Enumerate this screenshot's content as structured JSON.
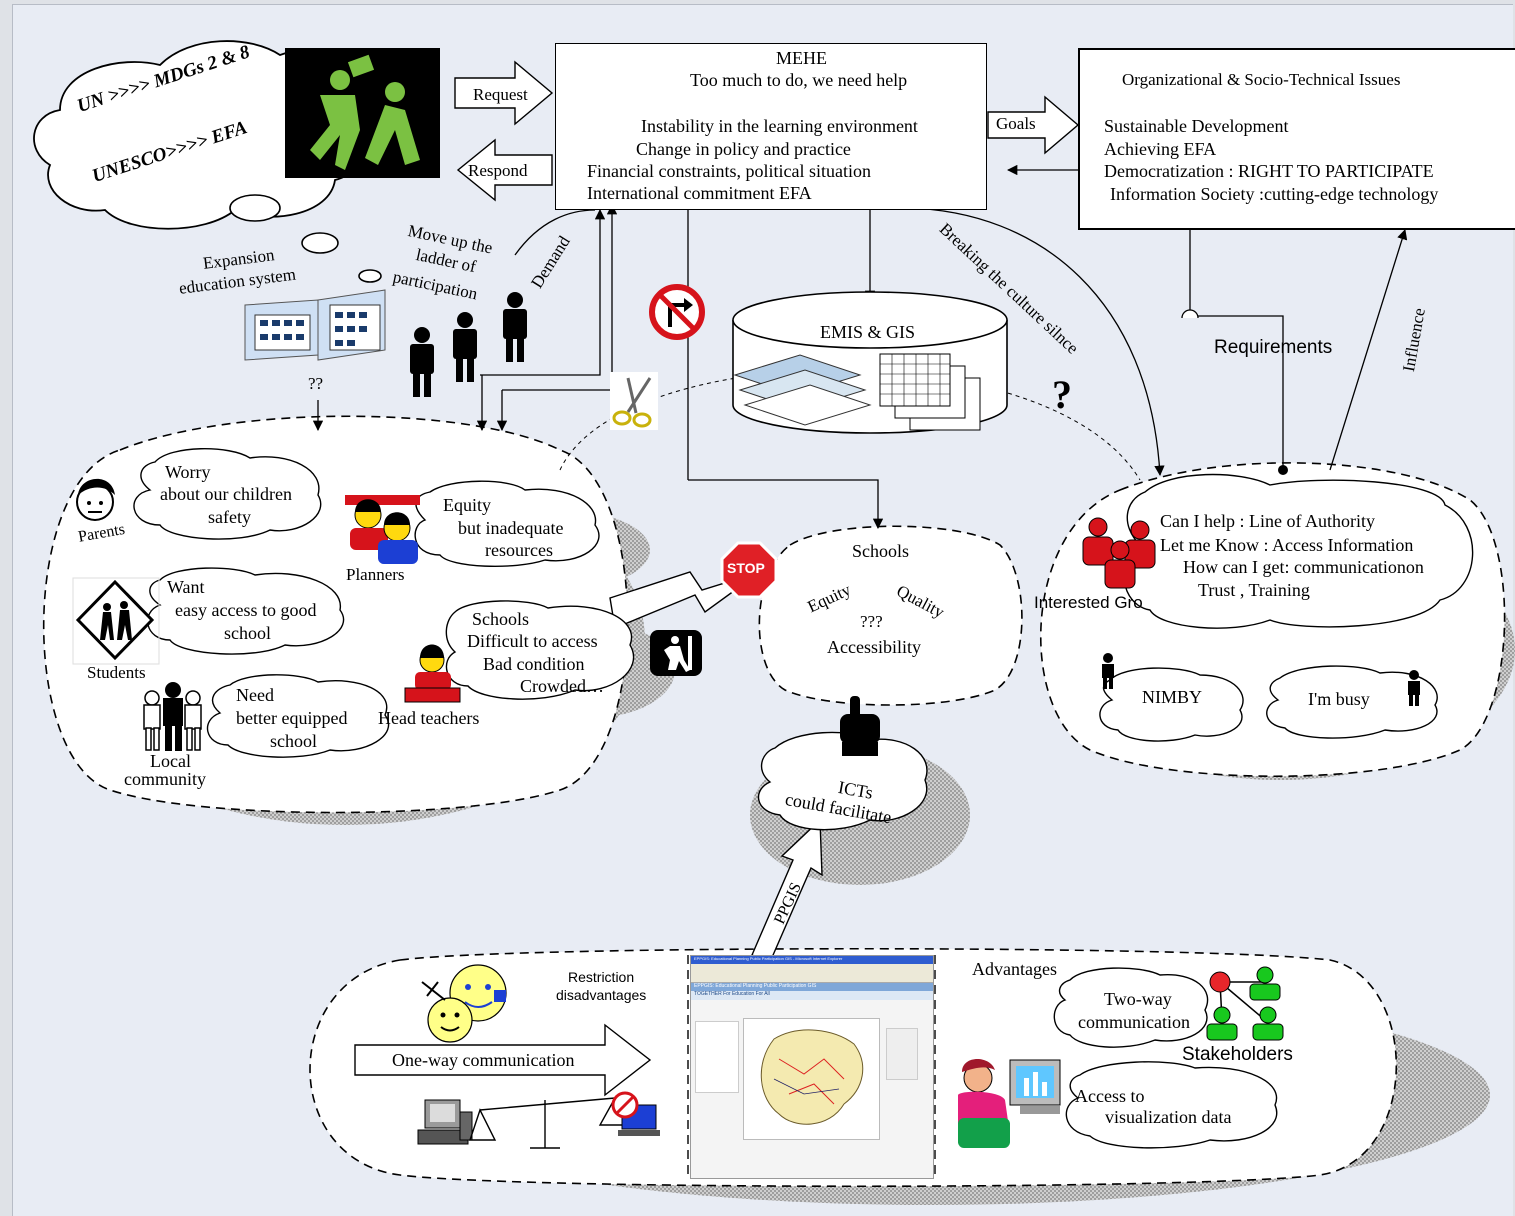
{
  "cloud_un": {
    "line1": "UN >>>> MDGs 2 & 8",
    "line2": "UNESCO>>>> EFA"
  },
  "arrows": {
    "request": "Request",
    "respond": "Respond",
    "goals": "Goals",
    "demand": "Demand",
    "breaking": "Breaking the culture silnce",
    "requirements": "Requirements",
    "influence": "Influence",
    "ppgis": "PPGIS"
  },
  "mehe": {
    "title": "MEHE",
    "line1": "Too much to do,  we need help",
    "line2": "Instability in the learning environment",
    "line3": "Change in policy and practice",
    "line4": "Financial constraints, political  situation",
    "line5": "International commitment EFA"
  },
  "issues": {
    "title": "Organizational & Socio-Technical Issues",
    "line1": "Sustainable Development",
    "line2": "Achieving EFA",
    "line3": "Democratization : RIGHT TO PARTICIPATE",
    "line4": "Information Society :cutting-edge technology"
  },
  "expansion": {
    "line1": "Expansion",
    "line2": "education system"
  },
  "ladder": {
    "line1": "Move up the",
    "line2": "ladder of",
    "line3": "participation"
  },
  "question_marks": {
    "small": "??",
    "large": "?"
  },
  "emis": "EMIS & GIS",
  "actors": {
    "parents": {
      "label": "Parents",
      "l1": "Worry",
      "l2": "about our children",
      "l3": "safety"
    },
    "planners": {
      "label": "Planners",
      "l1": "Equity",
      "l2": "but inadequate",
      "l3": "resources"
    },
    "students": {
      "label": "Students",
      "l1": "Want",
      "l2": "easy access to good",
      "l3": "school"
    },
    "head_teachers": {
      "label": "Head teachers",
      "l1": "Schools",
      "l2": "Difficult to access",
      "l3": "Bad condition",
      "l4": "Crowded…"
    },
    "community": {
      "label1": "Local",
      "label2": "community",
      "l1": "Need",
      "l2": "better equipped",
      "l3": "school"
    }
  },
  "stop": "STOP",
  "schools": {
    "title": "Schools",
    "equity": "Equity",
    "quality": "Quality",
    "unknown": "???",
    "accessibility": "Accessibility"
  },
  "interested": {
    "label": "Interested Gro",
    "l1": "Can I help : Line of Authority",
    "l2": "Let me Know : Access Information",
    "l3": "How can I get: communicationon",
    "l4": "Trust , Training",
    "nimby": "NIMBY",
    "busy": "I'm busy"
  },
  "icts": {
    "l1": "ICTs",
    "l2": "could facilitate"
  },
  "restriction": {
    "l1": "Restriction",
    "l2": "disadvantages"
  },
  "one_way": "One-way communication",
  "advantages": {
    "title": "Advantages",
    "l1": "Two-way",
    "l2": "communication",
    "stakeholders": "Stakeholders",
    "a1": "Access  to",
    "a2": "visualization data"
  },
  "screenshot": {
    "title": "EPPGIS: Educational Planning Public Participation GIS - Microsoft Internet Explorer",
    "header": "EPPGIS: Educational Planning Public Participation GIS",
    "subheader": "TOGETHER For Education For All"
  },
  "colors": {
    "panel": "#e8ecf4",
    "cloud": "#ffffff",
    "shadow": "#bdbdbd",
    "figure_green": "#7bc142",
    "person_red": "#e8262b",
    "person_green": "#18c81e"
  }
}
